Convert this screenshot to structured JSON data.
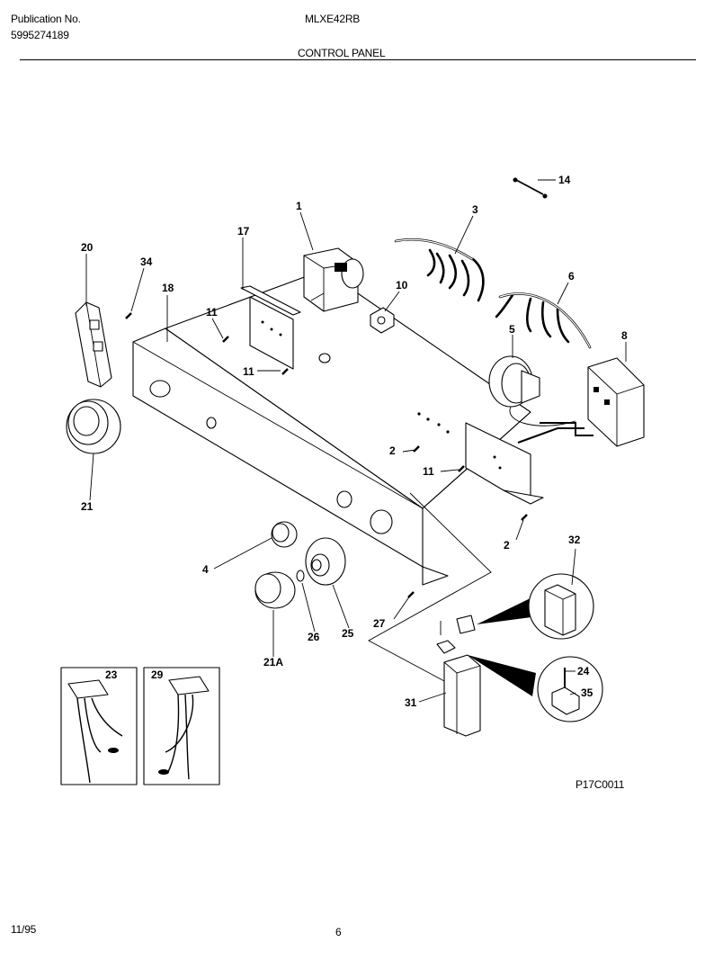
{
  "header": {
    "publication_label": "Publication No.",
    "publication_number": "5995274189",
    "model": "MLXE42RB",
    "section_title": "CONTROL PANEL"
  },
  "footer": {
    "date": "11/95",
    "page_number": "6",
    "figure_code": "P17C0011"
  },
  "callouts": {
    "c1": "1",
    "c2a": "2",
    "c2b": "2",
    "c3": "3",
    "c4": "4",
    "c5": "5",
    "c6": "6",
    "c8": "8",
    "c10": "10",
    "c11a": "11",
    "c11b": "11",
    "c11c": "11",
    "c14": "14",
    "c17": "17",
    "c18": "18",
    "c20": "20",
    "c21": "21",
    "c21a": "21A",
    "c23": "23",
    "c24": "24",
    "c25": "25",
    "c26": "26",
    "c27": "27",
    "c29": "29",
    "c31": "31",
    "c32": "32",
    "c34": "34",
    "c35": "35"
  }
}
